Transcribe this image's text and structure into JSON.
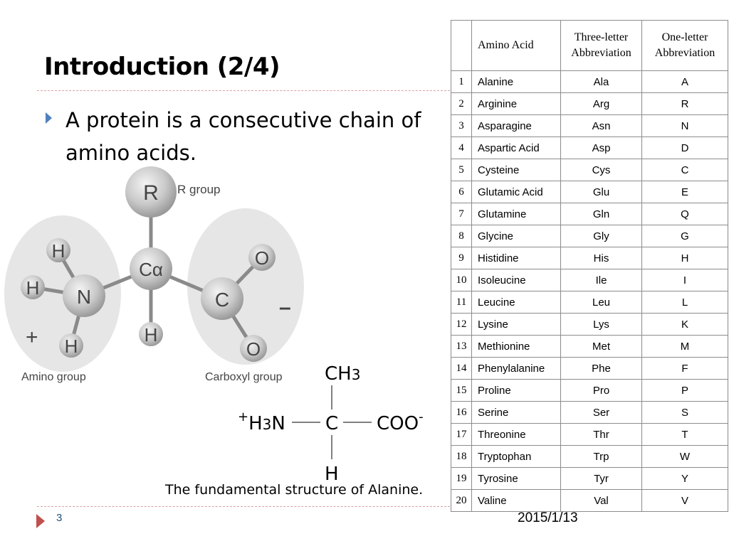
{
  "slide": {
    "title": "Introduction (2/4)",
    "bullet": "A protein is a consecutive chain of amino acids.",
    "caption": "The fundamental structure of Alanine.",
    "page_number": "3",
    "date": "2015/1/13"
  },
  "diagram": {
    "r_label": "R",
    "r_group_label": "R group",
    "calpha_label": "Cα",
    "n_label": "N",
    "c_label": "C",
    "o_label": "O",
    "h_label": "H",
    "plus_sign": "+",
    "minus_sign": "–",
    "amino_group_label": "Amino group",
    "carboxyl_group_label": "Carboxyl group"
  },
  "formula": {
    "top": "CH",
    "top_sub": "3",
    "left_sup": "+",
    "left_main": "H",
    "left_sub": "3",
    "left_end": "N",
    "center": "C",
    "right": "COO",
    "right_sup": "-",
    "bottom": "H"
  },
  "table": {
    "headers": {
      "name": "Amino Acid",
      "three_line1": "Three-letter",
      "three_line2": "Abbreviation",
      "one_line1": "One-letter",
      "one_line2": "Abbreviation"
    },
    "rows": [
      {
        "num": "1",
        "name": "Alanine",
        "three": "Ala",
        "one": "A"
      },
      {
        "num": "2",
        "name": "Arginine",
        "three": "Arg",
        "one": "R"
      },
      {
        "num": "3",
        "name": "Asparagine",
        "three": "Asn",
        "one": "N"
      },
      {
        "num": "4",
        "name": "Aspartic Acid",
        "three": "Asp",
        "one": "D"
      },
      {
        "num": "5",
        "name": "Cysteine",
        "three": "Cys",
        "one": "C"
      },
      {
        "num": "6",
        "name": "Glutamic Acid",
        "three": "Glu",
        "one": "E"
      },
      {
        "num": "7",
        "name": "Glutamine",
        "three": "Gln",
        "one": "Q"
      },
      {
        "num": "8",
        "name": "Glycine",
        "three": "Gly",
        "one": "G"
      },
      {
        "num": "9",
        "name": "Histidine",
        "three": "His",
        "one": "H"
      },
      {
        "num": "10",
        "name": "Isoleucine",
        "three": "Ile",
        "one": "I"
      },
      {
        "num": "11",
        "name": "Leucine",
        "three": "Leu",
        "one": "L"
      },
      {
        "num": "12",
        "name": "Lysine",
        "three": "Lys",
        "one": "K"
      },
      {
        "num": "13",
        "name": "Methionine",
        "three": "Met",
        "one": "M"
      },
      {
        "num": "14",
        "name": "Phenylalanine",
        "three": "Phe",
        "one": "F"
      },
      {
        "num": "15",
        "name": "Proline",
        "three": "Pro",
        "one": "P"
      },
      {
        "num": "16",
        "name": "Serine",
        "three": "Ser",
        "one": "S"
      },
      {
        "num": "17",
        "name": "Threonine",
        "three": "Thr",
        "one": "T"
      },
      {
        "num": "18",
        "name": "Tryptophan",
        "three": "Trp",
        "one": "W"
      },
      {
        "num": "19",
        "name": "Tyrosine",
        "three": "Tyr",
        "one": "Y"
      },
      {
        "num": "20",
        "name": "Valine",
        "three": "Val",
        "one": "V"
      }
    ]
  }
}
